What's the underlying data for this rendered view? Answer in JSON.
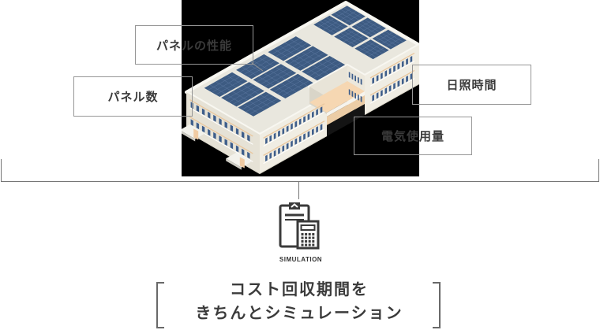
{
  "factor_labels": {
    "panel_performance": "パネルの性能",
    "panel_count": "パネル数",
    "sunshine_hours": "日照時間",
    "electricity_usage": "電気使用量"
  },
  "simulation": {
    "caption": "SIMULATION"
  },
  "conclusion": {
    "line1": "コスト回収期間を",
    "line2": "きちんとシミュレーション"
  },
  "illustration": {
    "name": "isometric-factory-with-rooftop-solar-panels",
    "background": "#000000",
    "colors": {
      "roof": "#e9e7de",
      "roof_trim": "#f8f7f1",
      "wall_front": "#f0ede3",
      "wall_end": "#e6e2d6",
      "wall_notch": "#e8e4d8",
      "wall_notch_side": "#ece8dc",
      "wall_shade": "#d9d5c8",
      "panel": "#3d5b82",
      "panel_line": "#5c78a1",
      "window": "#3e5e8b",
      "peach": "#f6d7b2",
      "peach_dark": "#eccda6",
      "trim_peach": "#e9c79e",
      "awning": "#f3f2ec",
      "awning_edge": "#cfcdc4",
      "pillar": "#f0cba3"
    },
    "line_gray": "#757575",
    "box_border_gray": "#969696",
    "bracket_gray": "#696969",
    "text_dark": "#3a3a3a"
  }
}
